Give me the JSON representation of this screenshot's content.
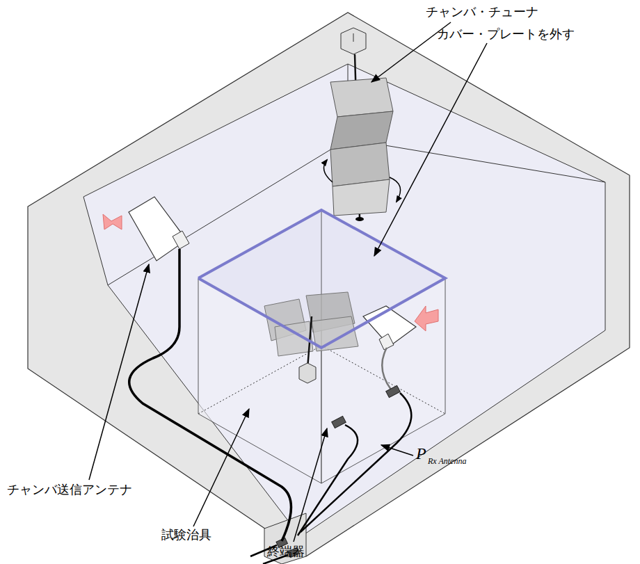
{
  "diagram": {
    "labels": [
      "チャンバ・チューナ",
      "カバー・プレートを外す",
      "チャンバ送信アンテナ",
      "試験治具",
      "終端器",
      "P",
      "Rx Antenna"
    ]
  }
}
